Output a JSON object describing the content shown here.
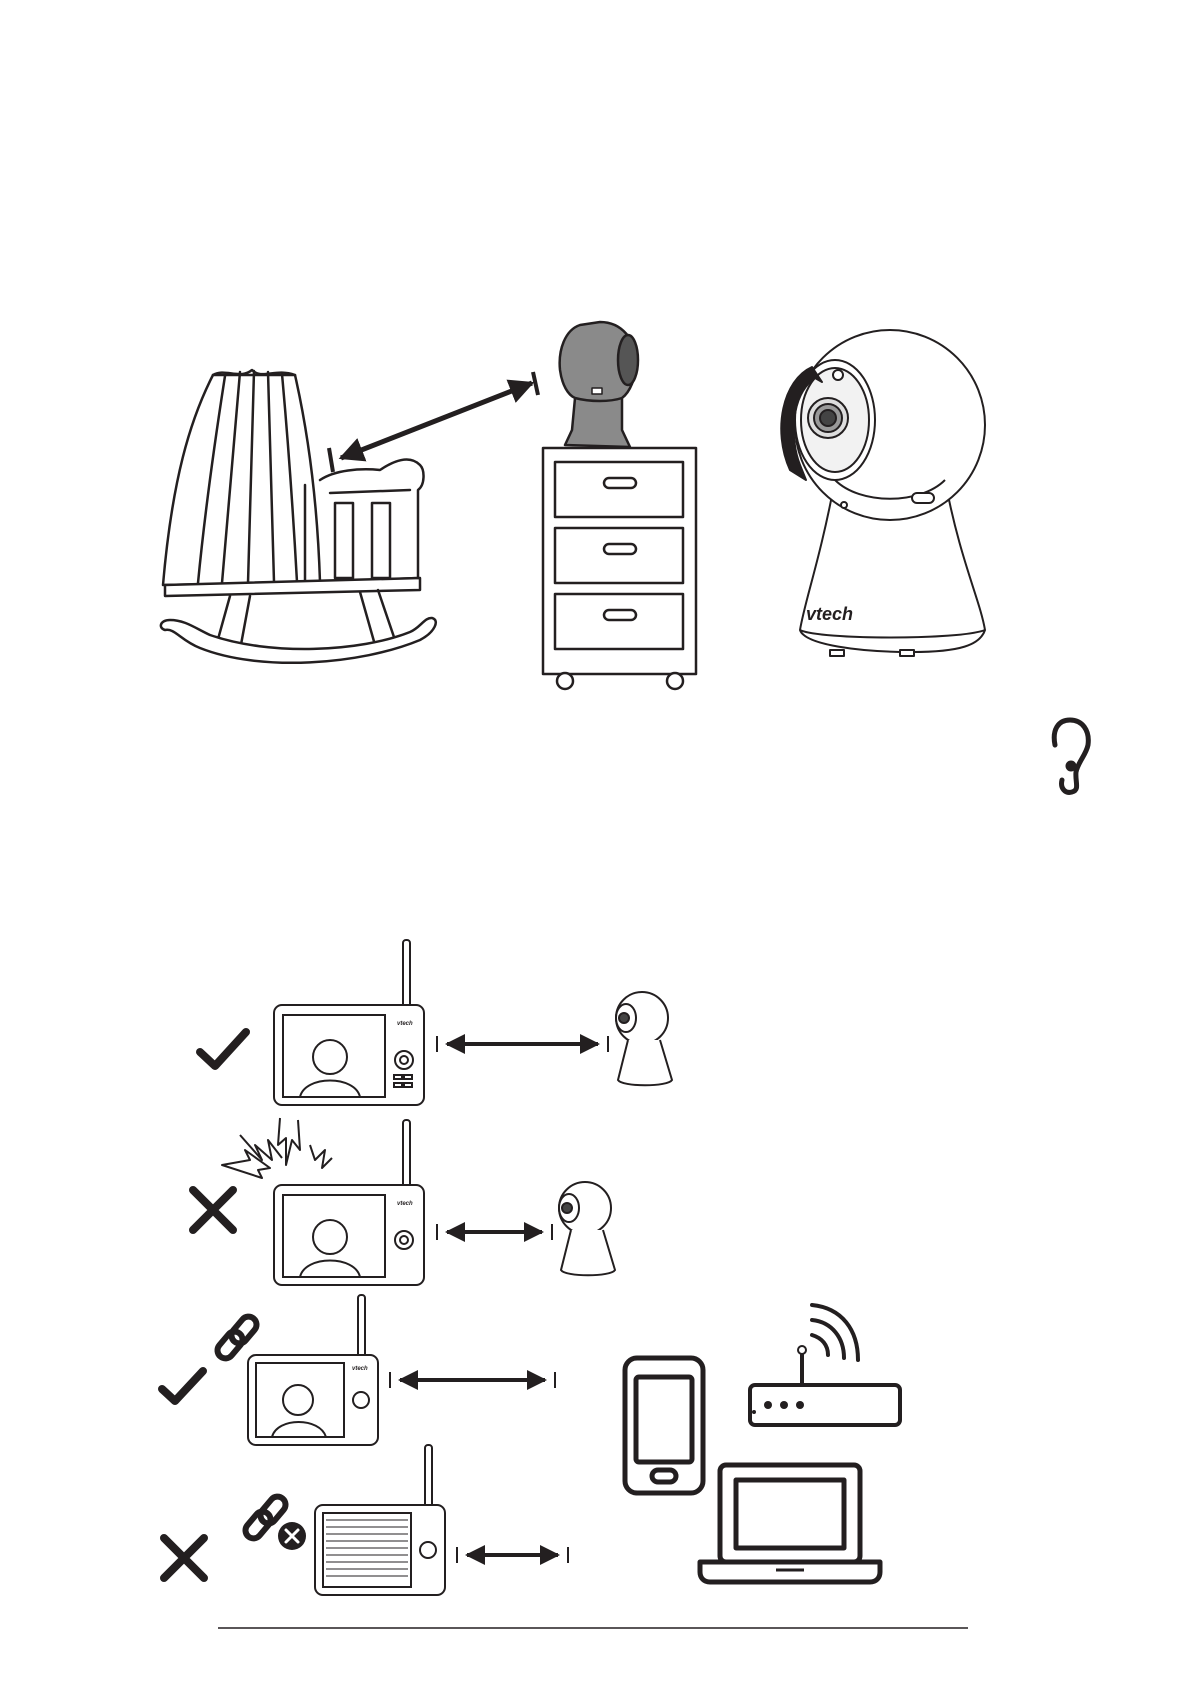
{
  "brand": {
    "logo_text": "vtech"
  },
  "colors": {
    "ink": "#231f20",
    "camera_grey": "#8a8a8a",
    "paper": "#ffffff"
  },
  "icons": {
    "ear": "ear-icon",
    "check": "check-icon",
    "cross": "cross-icon",
    "link": "link-icon",
    "unlink": "unlink-icon",
    "interference": "interference-icon",
    "wifi_router": "router-icon",
    "smartphone": "smartphone-icon",
    "laptop": "laptop-icon",
    "double_arrow": "double-arrow-icon",
    "rotate_arrow": "rotate-arrow-icon"
  },
  "scenarios": [
    {
      "id": "good-range",
      "status": "ok"
    },
    {
      "id": "interference",
      "status": "bad"
    },
    {
      "id": "linked-away-from-devices",
      "status": "ok"
    },
    {
      "id": "unlinked-near-devices",
      "status": "bad"
    }
  ]
}
